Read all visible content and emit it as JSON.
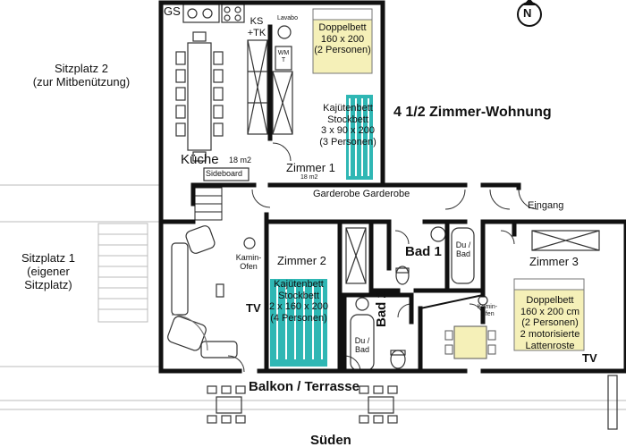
{
  "title": "4 1/2 Zimmer-Wohnung",
  "compass": "N",
  "outside": {
    "sitzplatz2": "Sitzplatz 2\n(zur Mitbenützung)",
    "sitzplatz1": "Sitzplatz 1\n(eigener\nSitzplatz)",
    "balkon": "Balkon / Terrasse",
    "sueden": "Süden"
  },
  "kitchen": {
    "gs": "GS",
    "ks_tk": "KS\n+TK",
    "name": "Küche",
    "area": "18 m2",
    "sideboard": "Sideboard"
  },
  "zimmer1": {
    "lavabo": "Lavabo",
    "wm": "WM\nT",
    "bed1": "Doppelbett\n160 x 200\n(2 Personen)",
    "bed2": "Kajütenbett\nStockbett\n3 x 90 x 200\n(3 Personen)",
    "name": "Zimmer 1",
    "area": "18 m2"
  },
  "hall": {
    "garderobe": "Garderobe  Garderobe",
    "eingang": "Eingang"
  },
  "living": {
    "kamin": "Kamin-\nOfen",
    "tv": "TV"
  },
  "zimmer2": {
    "name": "Zimmer 2",
    "bed": "Kajütenbett\nStockbett\n2 x 160 x 200\n(4 Personen)"
  },
  "bad1": {
    "name": "Bad 1",
    "dubad": "Du /\nBad"
  },
  "bad2": {
    "name": "Bad 2",
    "dubad": "Du /\nBad"
  },
  "zimmer3": {
    "name": "Zimmer 3",
    "kamin": "Kamin-\nOfen",
    "bed": "Doppelbett\n160 x 200 cm\n(2 Personen)\n2 motorisierte\nLattenroste",
    "tv": "TV"
  }
}
